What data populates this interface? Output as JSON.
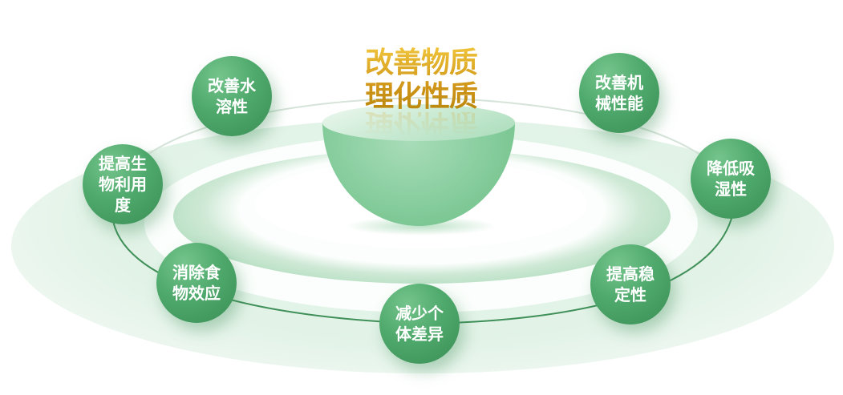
{
  "title": {
    "line1": "改善物质",
    "line2": "理化性质"
  },
  "colors": {
    "node_green": "#4fa96c",
    "node_green_dark": "#3a8e55",
    "bowl_green": "#8fd1a4",
    "title_gold": "#d9a520",
    "orbit_line": "#3f8f58"
  },
  "nodes": [
    {
      "id": "water-solubility",
      "label": "改善水\n溶性"
    },
    {
      "id": "mechanical-properties",
      "label": "改善机\n械性能"
    },
    {
      "id": "bioavailability",
      "label": "提高生\n物利用\n度"
    },
    {
      "id": "hygroscopicity",
      "label": "降低吸\n湿性"
    },
    {
      "id": "food-effect",
      "label": "消除食\n物效应"
    },
    {
      "id": "stability",
      "label": "提高稳\n定性"
    },
    {
      "id": "individual-variation",
      "label": "减少个\n体差异"
    }
  ]
}
